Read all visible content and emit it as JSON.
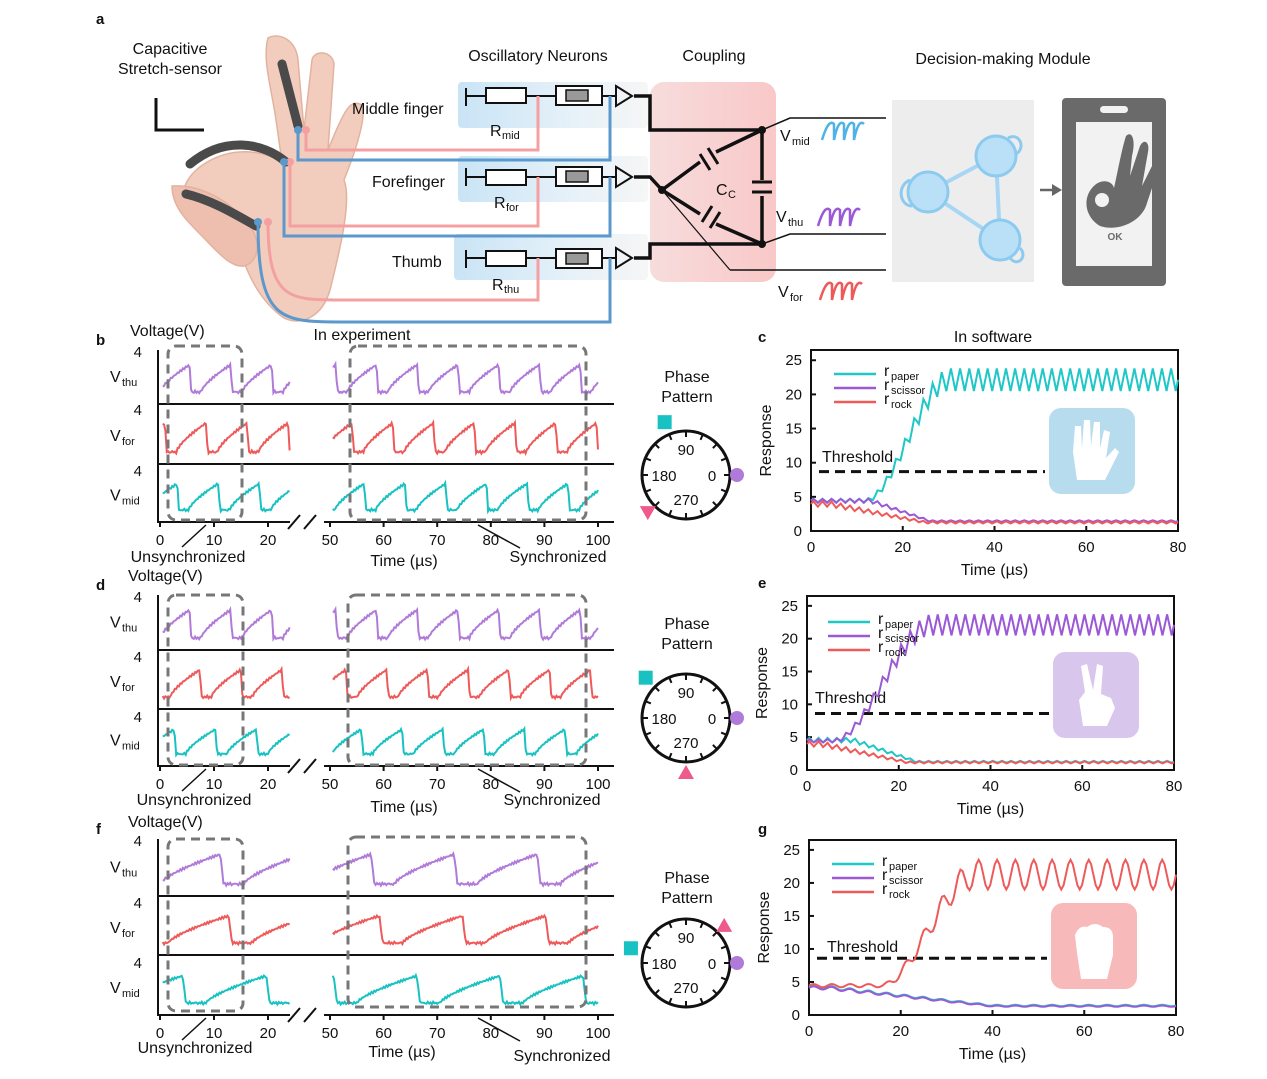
{
  "colors": {
    "thu": "#b07ad9",
    "for": "#ee5a5a",
    "mid": "#18c2c2",
    "paper": "#1fc7c7",
    "scissor": "#9b59d6",
    "rock": "#ee5a5a",
    "wire_pink": "#f4a0a0",
    "wire_blue": "#5b98cc",
    "gray": "#6a6a6a"
  },
  "panels": {
    "a": "a",
    "b": "b",
    "c": "c",
    "d": "d",
    "e": "e",
    "f": "f",
    "g": "g"
  },
  "schematic": {
    "sensor_line1": "Capacitive",
    "sensor_line2": "Stretch-sensor",
    "osc_title": "Oscillatory Neurons",
    "coupling_title": "Coupling",
    "decision_title": "Decision-making Module",
    "fingers": [
      "Middle finger",
      "Forefinger",
      "Thumb"
    ],
    "resistor_main": "R",
    "resistor_subs": [
      "mid",
      "for",
      "thu"
    ],
    "cap_main": "C",
    "cap_sub": "C",
    "v_main": "V",
    "v_subs": [
      "mid",
      "thu",
      "for"
    ],
    "ok_text": "OK"
  },
  "experiment": {
    "title": "In experiment",
    "ylabel": "Voltage(V)",
    "y_tick": "4",
    "x_ticks": [
      "0",
      "10",
      "20",
      "50",
      "60",
      "70",
      "80",
      "90",
      "100"
    ],
    "xlabel": "Time (µs)",
    "unsync": "Unsynchronized",
    "sync": "Synchronized",
    "v_main": "V",
    "row_subs": [
      "thu",
      "for",
      "mid"
    ]
  },
  "phase": {
    "title_line1": "Phase",
    "title_line2": "Pattern",
    "labels": [
      "90",
      "180",
      "0",
      "270"
    ],
    "patterns": [
      {
        "thu": 0,
        "for": 225,
        "mid": 112
      },
      {
        "thu": 0,
        "for": 270,
        "mid": 135
      },
      {
        "thu": 0,
        "for": 45,
        "mid": 165
      }
    ]
  },
  "software": {
    "title": "In software",
    "ylabel": "Response",
    "xlabel": "Time (µs)",
    "threshold": "Threshold",
    "legend_main": "r",
    "legend_subs": [
      "paper",
      "scissor",
      "rock"
    ]
  },
  "chart_data": [
    {
      "panel": "c",
      "type": "line",
      "winner": "paper",
      "x_ticks": [
        "0",
        "20",
        "40",
        "60",
        "80"
      ],
      "y_ticks": [
        "0",
        "5",
        "10",
        "15",
        "20",
        "25"
      ],
      "xlim": [
        0,
        80
      ],
      "ylim": [
        0,
        26.5
      ],
      "threshold": 8.7,
      "series": [
        {
          "name": "paper",
          "start": 4.2,
          "rise_start": 12,
          "rise_end": 30,
          "plateau": 20.5,
          "amp": 3.3,
          "period": 2.0
        },
        {
          "name": "scissor",
          "start": 4.3,
          "decay_start": 13,
          "decay_end": 26,
          "low": 1.4,
          "amp": 0.6,
          "period": 2.0
        },
        {
          "name": "rock",
          "start": 3.8,
          "decay_start": 4,
          "decay_end": 25,
          "low": 1.2,
          "amp": 0.8,
          "period": 2.0
        }
      ]
    },
    {
      "panel": "e",
      "type": "line",
      "winner": "scissor",
      "x_ticks": [
        "0",
        "20",
        "40",
        "60",
        "80"
      ],
      "y_ticks": [
        "0",
        "5",
        "10",
        "15",
        "20",
        "25"
      ],
      "xlim": [
        0,
        80
      ],
      "ylim": [
        0,
        26.5
      ],
      "threshold": 8.6,
      "series": [
        {
          "name": "paper",
          "start": 4.4,
          "decay_start": 10,
          "decay_end": 24,
          "low": 1.2,
          "amp": 0.7,
          "period": 2.0
        },
        {
          "name": "scissor",
          "start": 4.2,
          "rise_start": 6,
          "rise_end": 27,
          "plateau": 20.5,
          "amp": 3.2,
          "period": 2.0
        },
        {
          "name": "rock",
          "start": 3.8,
          "decay_start": 3,
          "decay_end": 22,
          "low": 1.1,
          "amp": 0.8,
          "period": 2.0
        }
      ]
    },
    {
      "panel": "g",
      "type": "line",
      "winner": "rock",
      "x_ticks": [
        "0",
        "20",
        "40",
        "60",
        "80"
      ],
      "y_ticks": [
        "0",
        "5",
        "10",
        "15",
        "20",
        "25"
      ],
      "xlim": [
        0,
        80
      ],
      "ylim": [
        0,
        26.5
      ],
      "threshold": 8.6,
      "series": [
        {
          "name": "paper",
          "start": 4.1,
          "decay_start": 4,
          "decay_end": 40,
          "low": 1.4,
          "amp": 0.5,
          "period": 4.0
        },
        {
          "name": "scissor",
          "start": 4.0,
          "decay_start": 4,
          "decay_end": 40,
          "low": 1.3,
          "amp": 0.5,
          "period": 4.0
        },
        {
          "name": "rock",
          "start": 4.2,
          "rise_start": 16,
          "rise_end": 36,
          "plateau": 19.0,
          "amp": 4.5,
          "period": 4.0
        }
      ]
    }
  ]
}
